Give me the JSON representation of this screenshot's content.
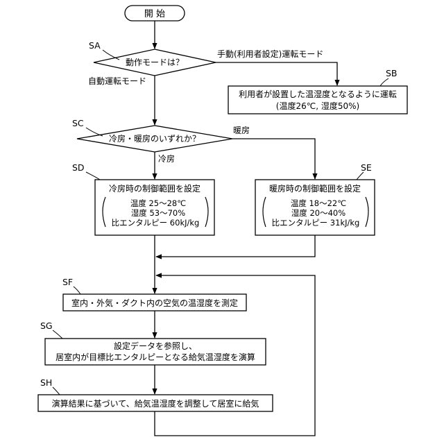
{
  "flowchart": {
    "start": {
      "label": "開 始"
    },
    "step_labels": {
      "sa": "SA",
      "sb": "SB",
      "sc": "SC",
      "sd": "SD",
      "se": "SE",
      "sf": "SF",
      "sg": "SG",
      "sh": "SH"
    },
    "sa": {
      "question": "動作モードは？",
      "branch_manual": "手動(利用者設定)運転モード",
      "branch_auto": "自動運転モード"
    },
    "sb": {
      "line1": "利用者が設置した温湿度となるように運転",
      "line2": "(温度26℃, 湿度50%)"
    },
    "sc": {
      "question": "冷房・暖房のいずれか？",
      "branch_heating": "暖房",
      "branch_cooling": "冷房"
    },
    "sd": {
      "title": "冷房時の制御範囲を設定",
      "temp": "温度 25〜28℃",
      "humidity": "湿度 53〜70%",
      "enthalpy": "比エンタルピー 60kJ/kg"
    },
    "se": {
      "title": "暖房時の制御範囲を設定",
      "temp": "温度 18〜22℃",
      "humidity": "湿度 20〜40%",
      "enthalpy": "比エンタルピー 31kJ/kg"
    },
    "sf": {
      "text": "室内・外気・ダクト内の空気の温湿度を測定"
    },
    "sg": {
      "line1": "設定データを参照し、",
      "line2": "居室内が目標比エンタルピーとなる給気温湿度を演算"
    },
    "sh": {
      "text": "演算結果に基づいて、給気温湿度を調整して居室に給気"
    }
  }
}
